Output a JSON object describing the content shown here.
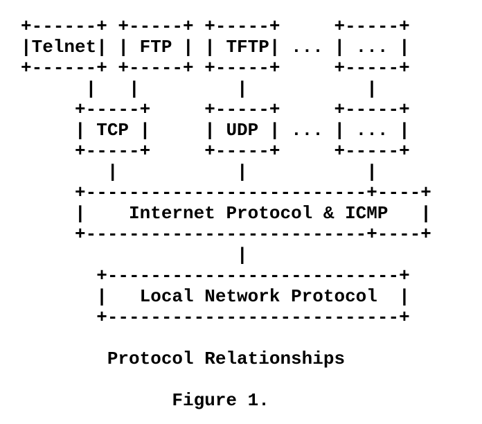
{
  "figure": {
    "diagram_lines": [
      "+------+ +-----+ +-----+     +-----+",
      "|Telnet| | FTP | | TFTP| ... | ... |",
      "+------+ +-----+ +-----+     +-----+",
      "      |   |         |           |",
      "     +-----+     +-----+     +-----+",
      "     | TCP |     | UDP | ... | ... |",
      "     +-----+     +-----+     +-----+",
      "        |           |           |",
      "     +--------------------------+----+",
      "     |    Internet Protocol & ICMP   |",
      "     +--------------------------+----+",
      "                    |",
      "       +---------------------------+",
      "       |   Local Network Protocol  |",
      "       +---------------------------+"
    ],
    "caption": "Protocol Relationships",
    "figure_label": "Figure 1.",
    "entities": [
      "Telnet",
      "FTP",
      "TFTP",
      "...",
      "TCP",
      "UDP",
      "Internet Protocol & ICMP",
      "Local Network Protocol"
    ],
    "colors": {
      "foreground": "#000000",
      "background": "#ffffff"
    }
  }
}
